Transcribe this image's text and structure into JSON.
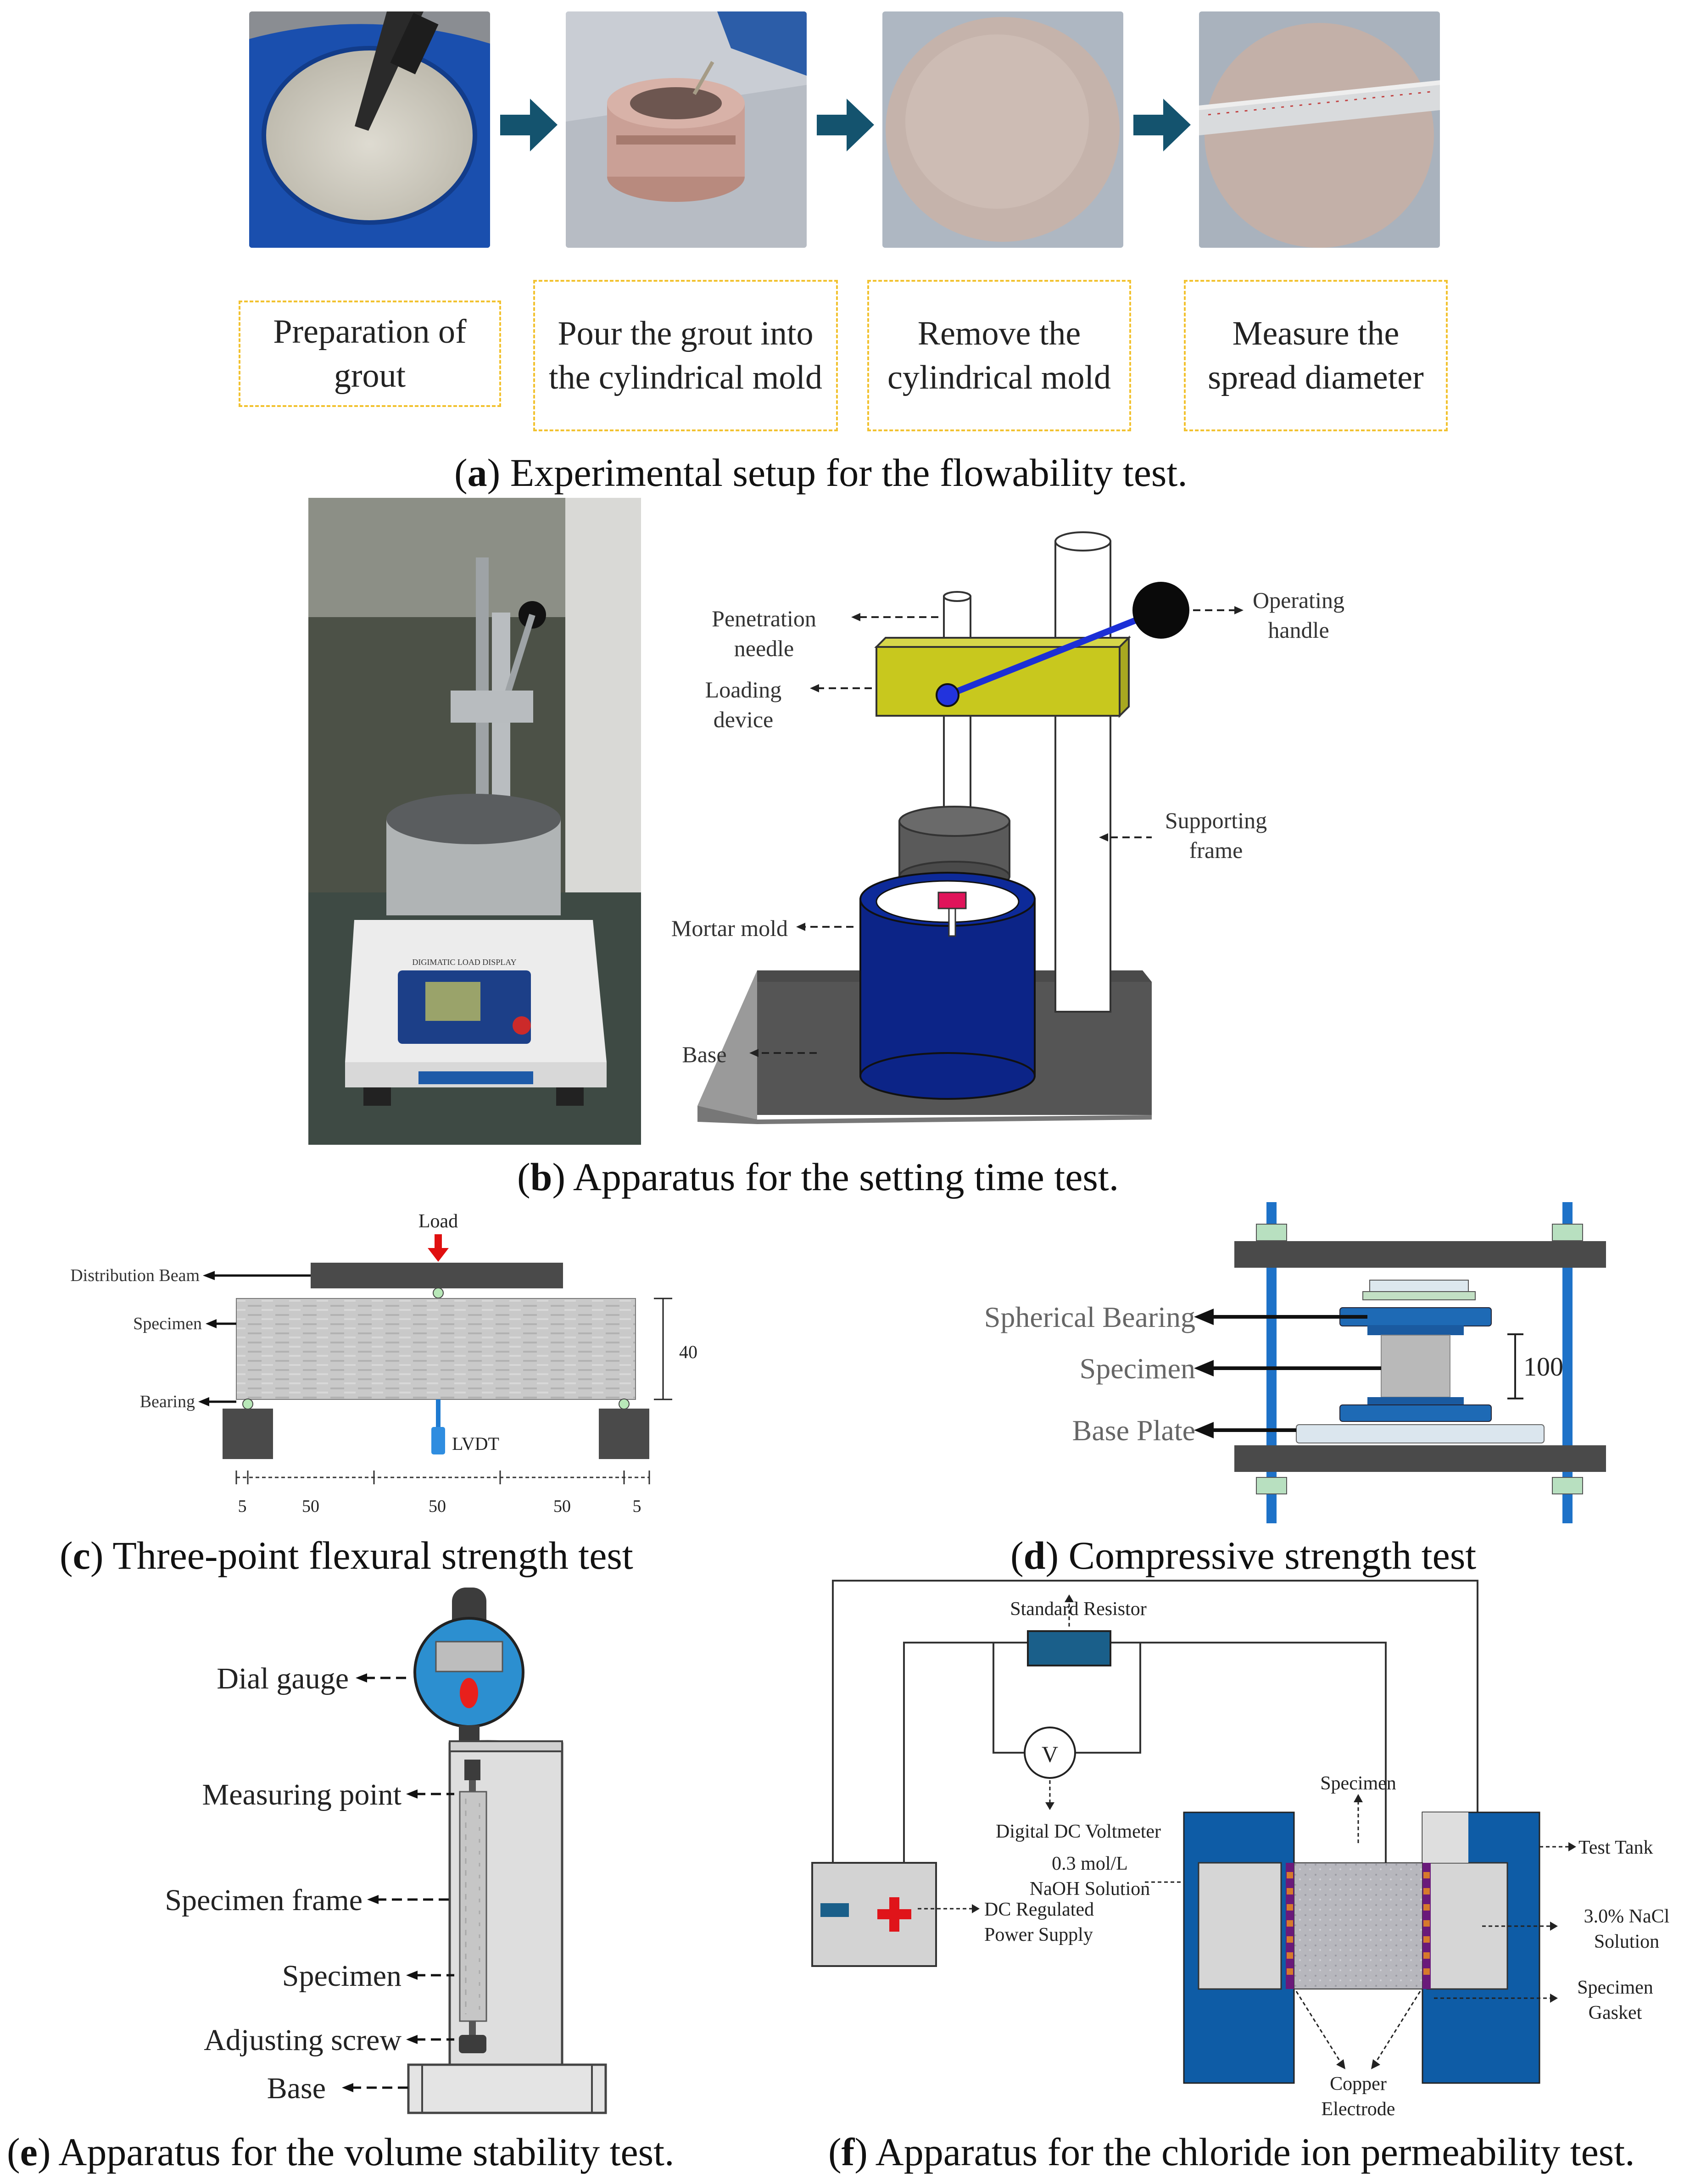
{
  "panel_a": {
    "steps": [
      "Preparation of grout",
      "Pour the grout into the cylindrical mold",
      "Remove the cylindrical mold",
      "Measure the spread diameter"
    ],
    "caption_letter": "a",
    "caption_text": " Experimental setup for the flowability test."
  },
  "panel_b": {
    "display_label": "DIGIMATIC LOAD DISPLAY",
    "labels": {
      "needle_1": "Penetration",
      "needle_2": "needle",
      "loading_1": "Loading",
      "loading_2": "device",
      "handle_1": "Operating",
      "handle_2": "handle",
      "frame_1": "Supporting",
      "frame_2": "frame",
      "mold": "Mortar mold",
      "base": "Base"
    },
    "caption_letter": "b",
    "caption_text": " Apparatus for the setting time test."
  },
  "panel_c": {
    "labels": {
      "load": "Load",
      "beam": "Distribution Beam",
      "specimen": "Specimen",
      "bearing": "Bearing",
      "lvdt": "LVDT",
      "height": "40"
    },
    "dims": [
      "5",
      "50",
      "50",
      "50",
      "5"
    ],
    "caption_letter": "c",
    "caption_text": " Three-point flexural strength test"
  },
  "panel_d": {
    "labels": {
      "bearing": "Spherical Bearing",
      "specimen": "Specimen",
      "plate": "Base Plate",
      "height": "100"
    },
    "caption_letter": "d",
    "caption_text": " Compressive strength test"
  },
  "panel_e": {
    "labels": [
      "Dial gauge",
      "Measuring point",
      "Specimen frame",
      "Specimen",
      "Adjusting screw",
      "Base"
    ],
    "caption_letter": "e",
    "caption_text": " Apparatus for the volume stability test."
  },
  "panel_f": {
    "labels": {
      "resistor": "Standard Resistor",
      "voltmeter_symbol": "V",
      "voltmeter": "Digital DC Voltmeter",
      "naoh_1": "0.3 mol/L",
      "naoh_2": "NaOH Solution",
      "power_1": "DC Regulated",
      "power_2": "Power Supply",
      "specimen": "Specimen",
      "tank": "Test Tank",
      "nacl_1": "3.0% NaCl",
      "nacl_2": "Solution",
      "gasket_1": "Specimen",
      "gasket_2": "Gasket",
      "electrode_1": "Copper",
      "electrode_2": "Electrode"
    },
    "caption_letter": "f",
    "caption_text": " Apparatus for the chloride ion permeability test."
  },
  "colors": {
    "arrow_teal": "#14536e",
    "dashed_yellow": "#f2c230",
    "loading_device": "#c8c81e",
    "mold_blue": "#0c2487",
    "tank_blue": "#0e5ca6",
    "frame_blue": "#1e72c8"
  }
}
